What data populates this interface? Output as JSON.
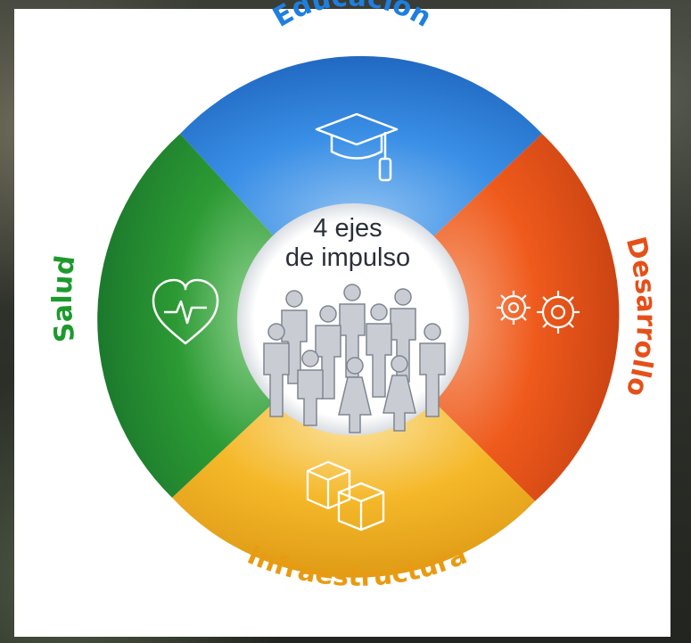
{
  "center": {
    "line1": "4 ejes",
    "line2": "de impulso"
  },
  "axes": [
    {
      "label": "Educación",
      "color": "#1e7fe0",
      "icon": "graduation-cap-icon"
    },
    {
      "label": "Desarrollo",
      "color": "#e5501a",
      "icon": "gears-icon"
    },
    {
      "label": "Infraestructura",
      "color": "#e89b12",
      "icon": "boxes-icon"
    },
    {
      "label": "Salud",
      "color": "#1c9a2c",
      "icon": "heart-pulse-icon"
    }
  ],
  "segment_colors": {
    "top": "#2f86e0",
    "right": "#e84a17",
    "bottom": "#f0b21c",
    "left": "#1f8f2a"
  }
}
